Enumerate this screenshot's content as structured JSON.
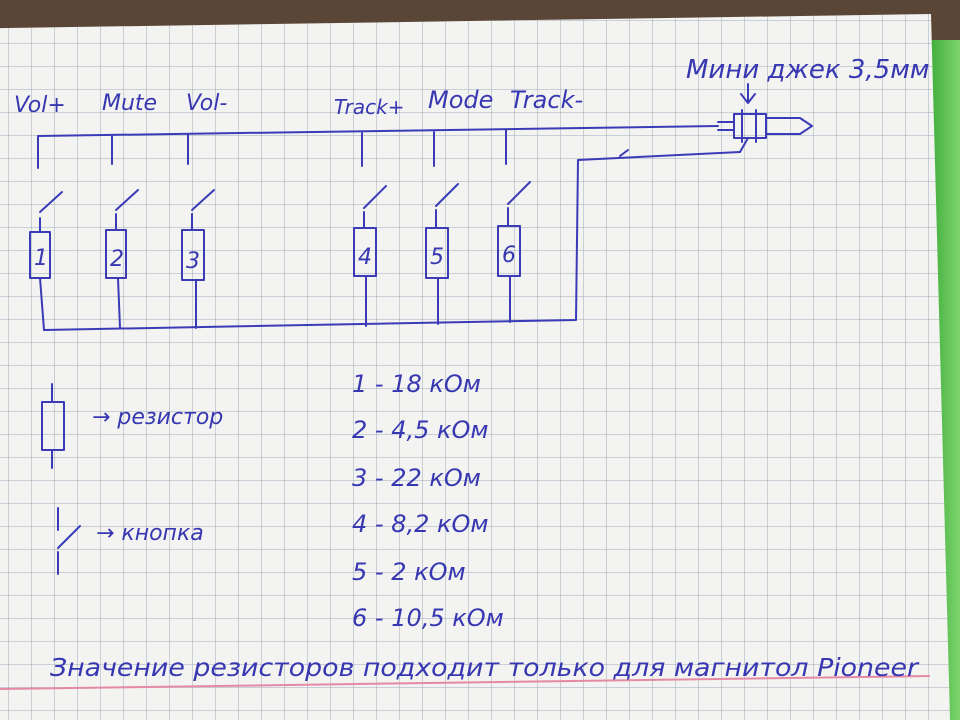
{
  "jack_label": "Мини джек 3,5мм",
  "buttons": [
    {
      "label": "Vol+",
      "num": "1"
    },
    {
      "label": "Mute",
      "num": "2"
    },
    {
      "label": "Vol-",
      "num": "3"
    },
    {
      "label": "Track+",
      "num": "4"
    },
    {
      "label": "Mode",
      "num": "5"
    },
    {
      "label": "Track-",
      "num": "6"
    }
  ],
  "legend": {
    "resistor": "→ резистор",
    "button": "→ кнопка"
  },
  "values": [
    "1 - 18 кОм",
    "2 - 4,5 кОм",
    "3 - 22 кОм",
    "4 - 8,2 кОм",
    "5 - 2 кОм",
    "6 - 10,5 кОм"
  ],
  "note": "Значение резисторов подходит только для магнитол Pioneer",
  "colors": {
    "ink": "#3b3bb8",
    "paper": "#f3f3f1",
    "grid": "#7d8ca5",
    "margin": "#e58aa6",
    "green": "#3fae3a"
  }
}
